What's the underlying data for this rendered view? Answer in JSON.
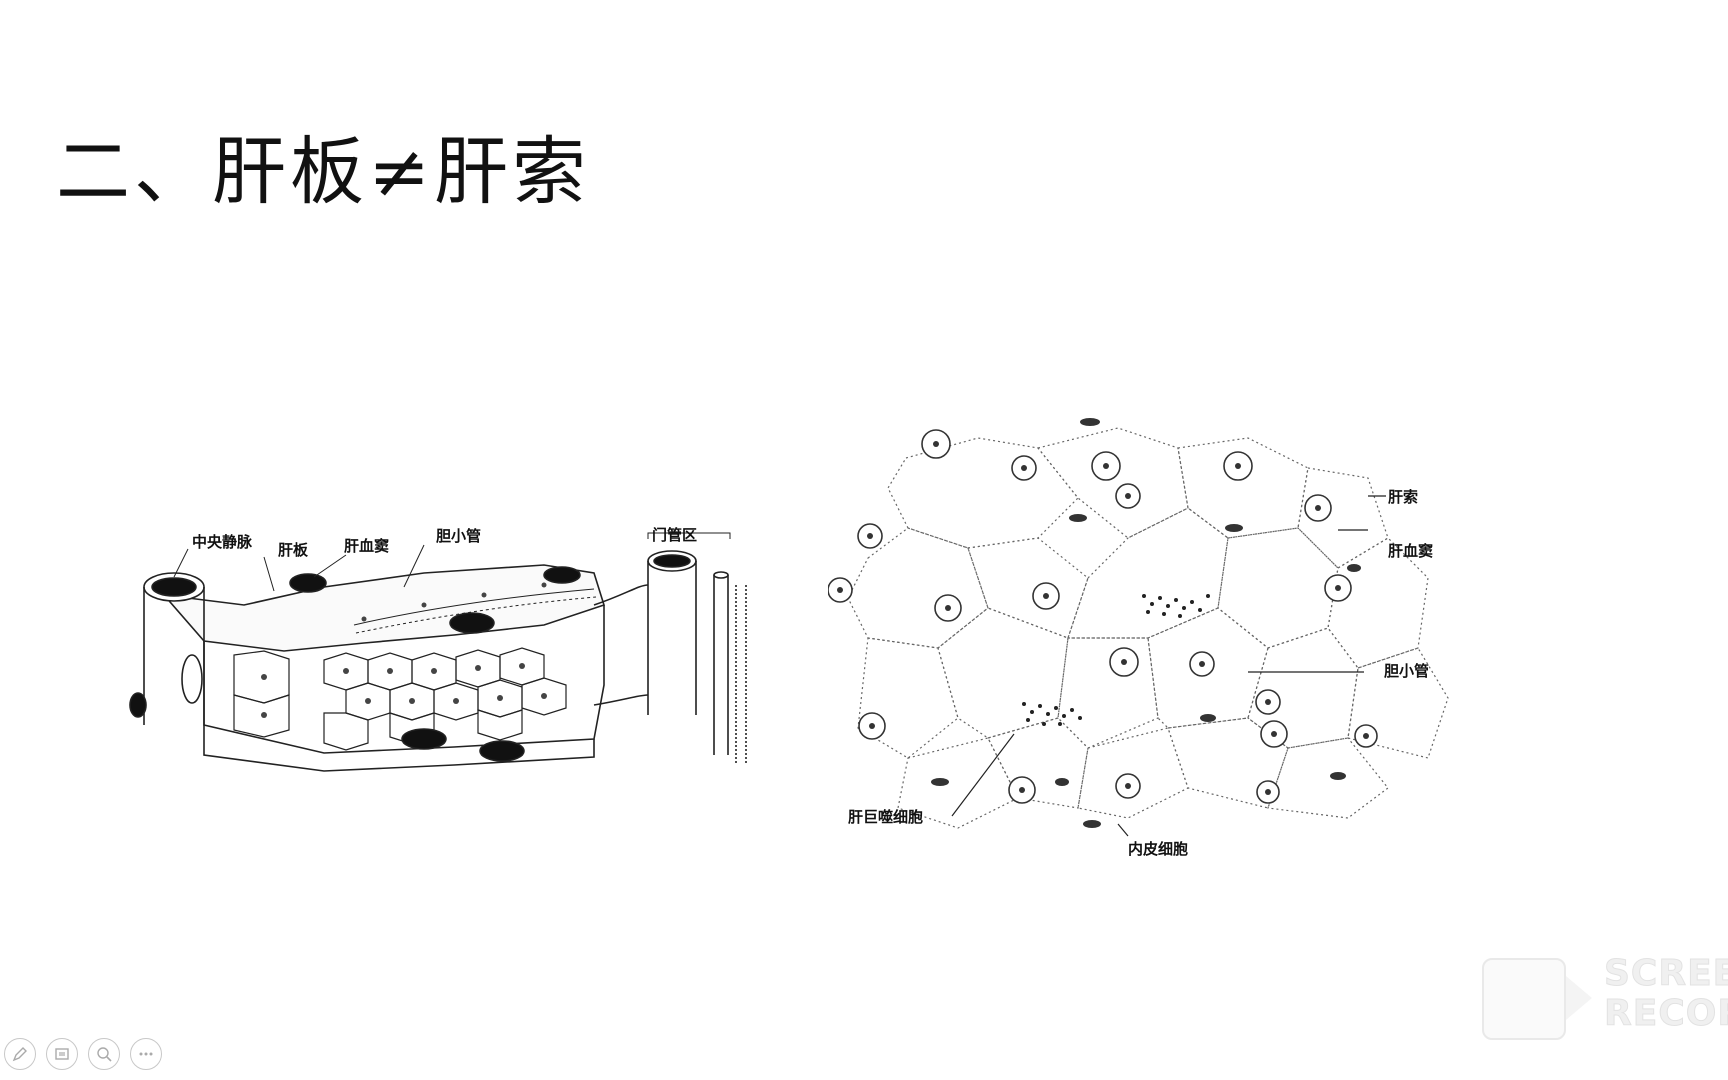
{
  "slide": {
    "title": "二、肝板≠肝索"
  },
  "left_figure": {
    "labels": {
      "central_vein": "中央静脉",
      "hepatic_plate": "肝板",
      "sinusoid": "肝血窦",
      "bile_canaliculus": "胆小管",
      "portal_area": "门管区"
    }
  },
  "right_figure": {
    "labels": {
      "hepatic_cord": "肝索",
      "sinusoid": "肝血窦",
      "bile_canaliculus": "胆小管",
      "kupffer_cell": "肝巨噬细胞",
      "endothelial_cell": "内皮细胞"
    }
  },
  "controls": {
    "icons": [
      "pen-icon",
      "slides-icon",
      "zoom-icon",
      "more-icon"
    ]
  },
  "watermark": {
    "line1": "SCREEN",
    "line2": "RECORDER"
  }
}
